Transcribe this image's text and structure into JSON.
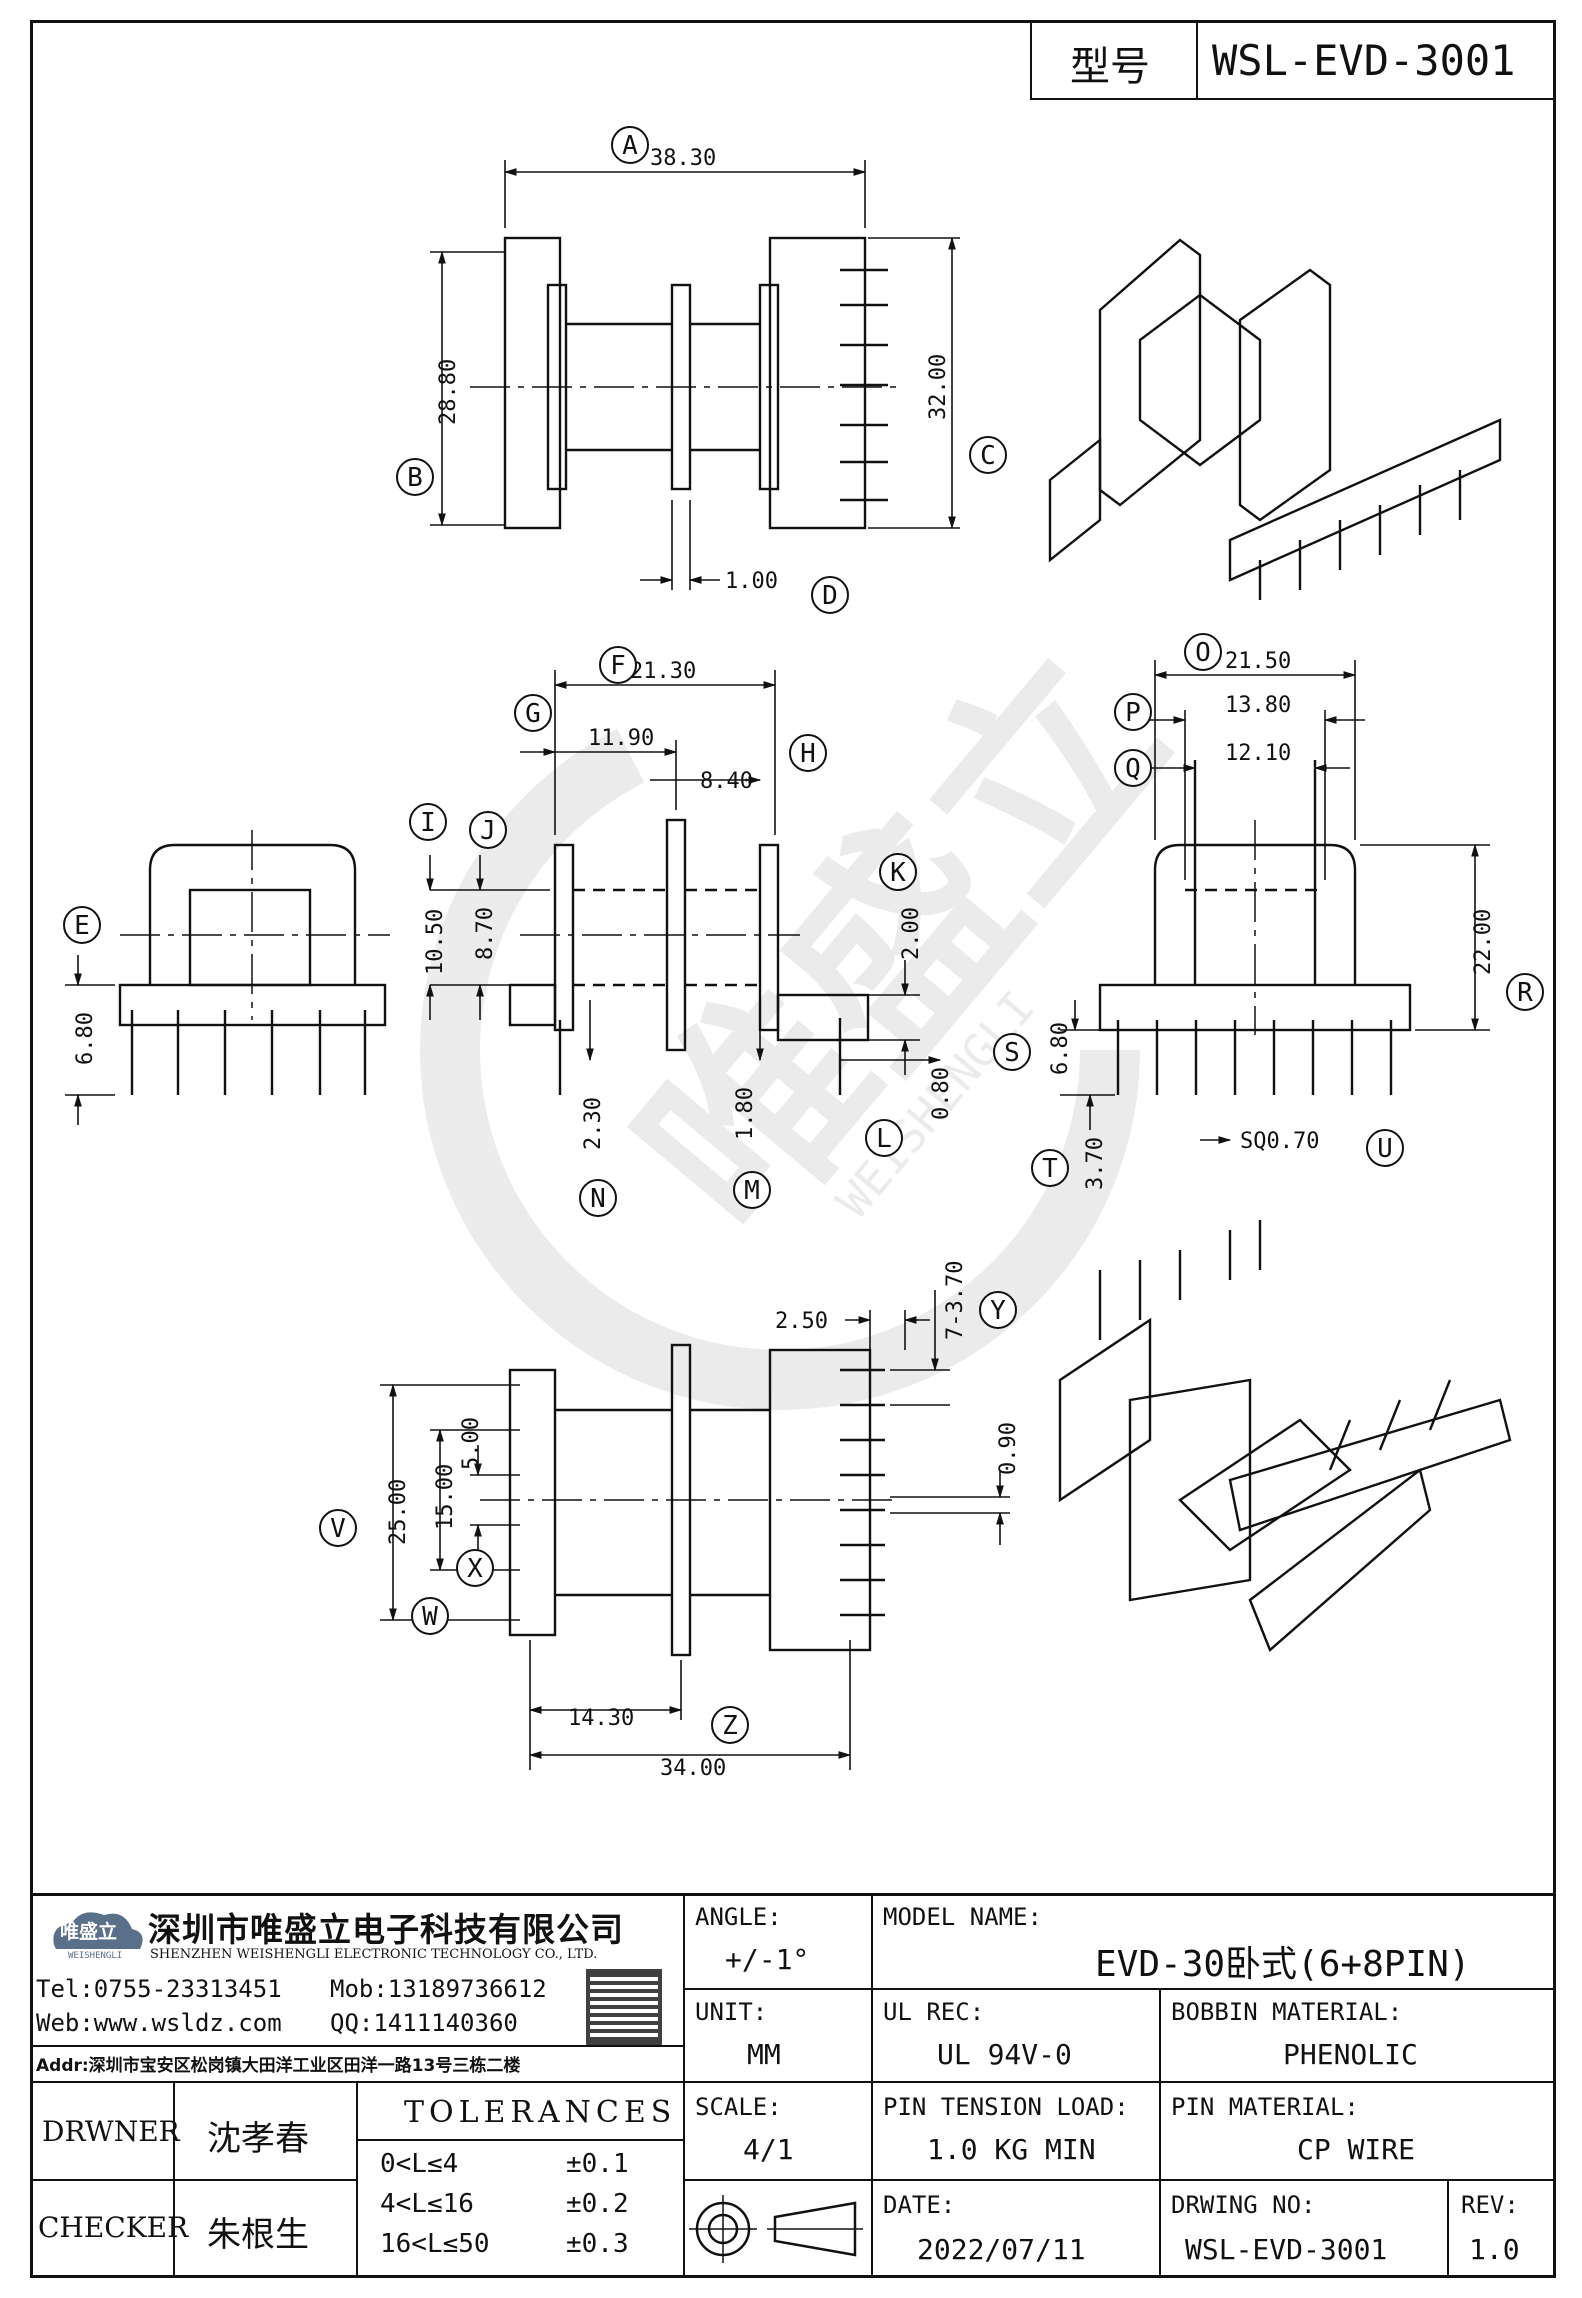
{
  "title_block": {
    "type_label": "型号",
    "model_code": "WSL-EVD-3001"
  },
  "dimensions": {
    "A": {
      "letter": "A",
      "value": "38.30"
    },
    "B": {
      "letter": "B",
      "value": "28.80"
    },
    "C": {
      "letter": "C",
      "value": "32.00"
    },
    "D": {
      "letter": "D",
      "value": "1.00"
    },
    "E": {
      "letter": "E",
      "value": "6.80"
    },
    "F": {
      "letter": "F",
      "value": "21.30"
    },
    "G": {
      "letter": "G",
      "value": "11.90"
    },
    "H": {
      "letter": "H",
      "value": "8.40"
    },
    "I": {
      "letter": "I",
      "value": "10.50"
    },
    "J": {
      "letter": "J",
      "value": "8.70"
    },
    "K": {
      "letter": "K",
      "value": "2.00"
    },
    "L": {
      "letter": "L",
      "value": "0.80"
    },
    "M": {
      "letter": "M",
      "value": "1.80"
    },
    "N": {
      "letter": "N",
      "value": "2.30"
    },
    "O": {
      "letter": "O",
      "value": "21.50"
    },
    "P": {
      "letter": "P",
      "value": "13.80"
    },
    "Q": {
      "letter": "Q",
      "value": "12.10"
    },
    "R": {
      "letter": "R",
      "value": "22.00"
    },
    "S": {
      "letter": "S",
      "value": "6.80"
    },
    "T": {
      "letter": "T",
      "value": "3.70"
    },
    "U": {
      "letter": "U",
      "value": "SQ0.70"
    },
    "V": {
      "letter": "V",
      "value": "25.00"
    },
    "W": {
      "letter": "W",
      "value": "15.00"
    },
    "X": {
      "letter": "X",
      "value": "5.00"
    },
    "Y": {
      "letter": "Y",
      "value": "7-3.70",
      "extra": "2.50",
      "pitch": "0.90"
    },
    "Z": {
      "letter": "Z",
      "value": "34.00",
      "extra": "14.30"
    }
  },
  "watermark": {
    "text": "唯盛立",
    "sub": "WEISHENGLI"
  },
  "company": {
    "logo_text": "唯盛立",
    "logo_sub": "WEISHENGLI",
    "name_cn": "深圳市唯盛立电子科技有限公司",
    "name_en": "SHENZHEN WEISHENGLI ELECTRONIC TECHNOLOGY CO., LTD.",
    "tel": "Tel:0755-23313451",
    "mob": "Mob:13189736612",
    "web": "Web:www.wsldz.com",
    "qq": "QQ:1411140360",
    "addr": "Addr:深圳市宝安区松岗镇大田洋工业区田洋一路13号三栋二楼"
  },
  "angle": {
    "label": "ANGLE:",
    "value": "+/-1°"
  },
  "model_name": {
    "label": "MODEL NAME:",
    "value": "EVD-30卧式(6+8PIN)"
  },
  "unit": {
    "label": "UNIT:",
    "value": "MM"
  },
  "ul_rec": {
    "label": "UL REC:",
    "value": "UL 94V-0"
  },
  "bobbin_material": {
    "label": "BOBBIN MATERIAL:",
    "value": "PHENOLIC"
  },
  "scale": {
    "label": "SCALE:",
    "value": "4/1"
  },
  "pin_tension": {
    "label": "PIN TENSION LOAD:",
    "value": "1.0 KG MIN"
  },
  "pin_material": {
    "label": "PIN MATERIAL:",
    "value": "CP WIRE"
  },
  "date": {
    "label": "DATE:",
    "value": "2022/07/11"
  },
  "drawing_no": {
    "label": "DRWING NO:",
    "value": "WSL-EVD-3001"
  },
  "rev": {
    "label": "REV:",
    "value": "1.0"
  },
  "drawner": {
    "label": "DRWNER",
    "value": "沈孝春"
  },
  "checker": {
    "label": "CHECKER",
    "value": "朱根生"
  },
  "tolerances": {
    "label": "TOLERANCES",
    "rows": [
      {
        "range": "0<L≤4",
        "tol": "±0.1"
      },
      {
        "range": "4<L≤16",
        "tol": "±0.2"
      },
      {
        "range": "16<L≤50",
        "tol": "±0.3"
      }
    ]
  }
}
